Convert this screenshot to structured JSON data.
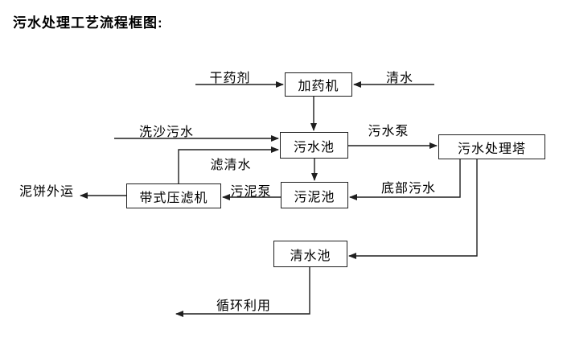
{
  "title": "污水处理工艺流程框图:",
  "flow": {
    "nodes": [
      {
        "id": "dosing-machine",
        "label": "加药机"
      },
      {
        "id": "sewage-pool",
        "label": "污水池"
      },
      {
        "id": "sewage-treatment-tower",
        "label": "污水处理塔"
      },
      {
        "id": "sludge-pool",
        "label": "污泥池"
      },
      {
        "id": "belt-filter-press",
        "label": "带式压滤机"
      },
      {
        "id": "clean-water-pool",
        "label": "清水池"
      }
    ],
    "edge_labels": [
      {
        "id": "dry-agent",
        "label": "干药剂"
      },
      {
        "id": "clean-water",
        "label": "清水"
      },
      {
        "id": "sand-washing-sewage",
        "label": "洗沙污水"
      },
      {
        "id": "filtered-water",
        "label": "滤清水"
      },
      {
        "id": "sewage-pump",
        "label": "污水泵"
      },
      {
        "id": "bottom-sewage",
        "label": "底部污水"
      },
      {
        "id": "sludge-pump",
        "label": "污泥泵"
      },
      {
        "id": "mud-cake-transport",
        "label": "泥饼外运"
      },
      {
        "id": "recycling-use",
        "label": "循环利用"
      }
    ]
  },
  "colors": {
    "background": "#ffffff",
    "line": "#1f1f1f",
    "text": "#000000"
  }
}
